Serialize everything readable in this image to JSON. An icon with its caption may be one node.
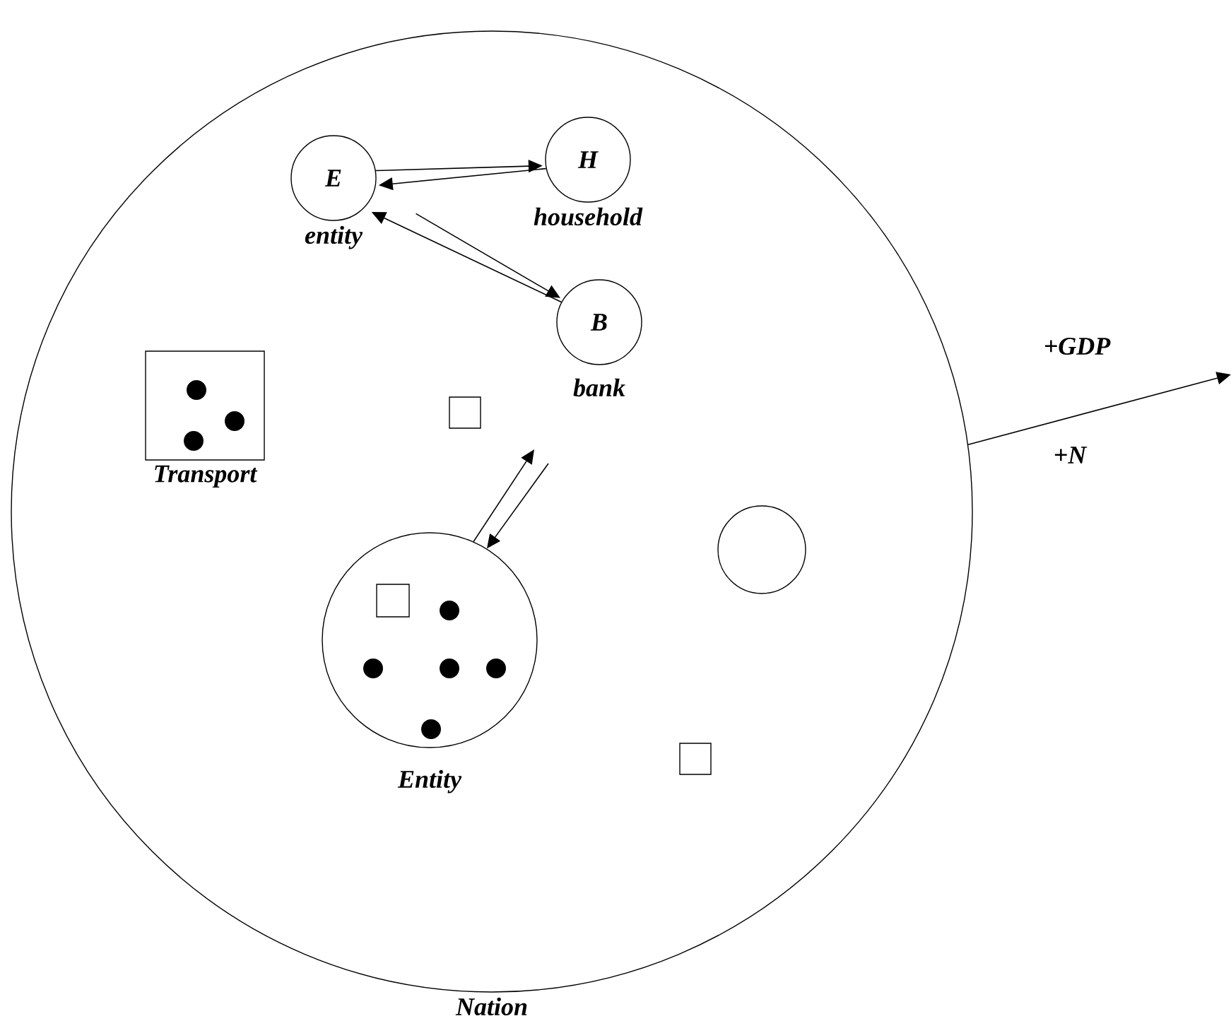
{
  "diagram": {
    "nodes": [
      {
        "text": [
          "Nation"
        ]
      },
      {
        "text": [
          "E"
        ],
        "beside": [
          "entity"
        ],
        "in": 0
      },
      {
        "text": [
          "H"
        ],
        "beside": [
          "household"
        ],
        "in": 0
      },
      {
        "text": [
          "B"
        ],
        "beside": [
          "bank"
        ],
        "in": 0
      },
      {
        "text": [
          "Transport"
        ],
        "in": 0
      },
      {
        "text": [],
        "shape": "box",
        "in": 0
      },
      {
        "text": [],
        "shape": "circle",
        "in": 0
      },
      {
        "text": [
          "Entity"
        ],
        "in": 0
      },
      {
        "text": [],
        "shape": "box",
        "in": 7
      },
      {
        "text": [],
        "shape": "box",
        "in": 0
      }
    ],
    "edges": [
      {
        "from": 1,
        "to": 2,
        "arrow": "to"
      },
      {
        "from": 2,
        "to": 1,
        "arrow": "to"
      },
      {
        "from": 1,
        "to": 3,
        "arrow": "to"
      },
      {
        "from": 3,
        "to": 1,
        "arrow": "to"
      },
      {
        "from": 7,
        "to": null,
        "arrow": "to"
      },
      {
        "from": null,
        "to": 7,
        "arrow": "to"
      },
      {
        "from": 0,
        "to": null,
        "arrow": "to",
        "label": "+GDP"
      }
    ],
    "labels": [
      "+N"
    ]
  }
}
